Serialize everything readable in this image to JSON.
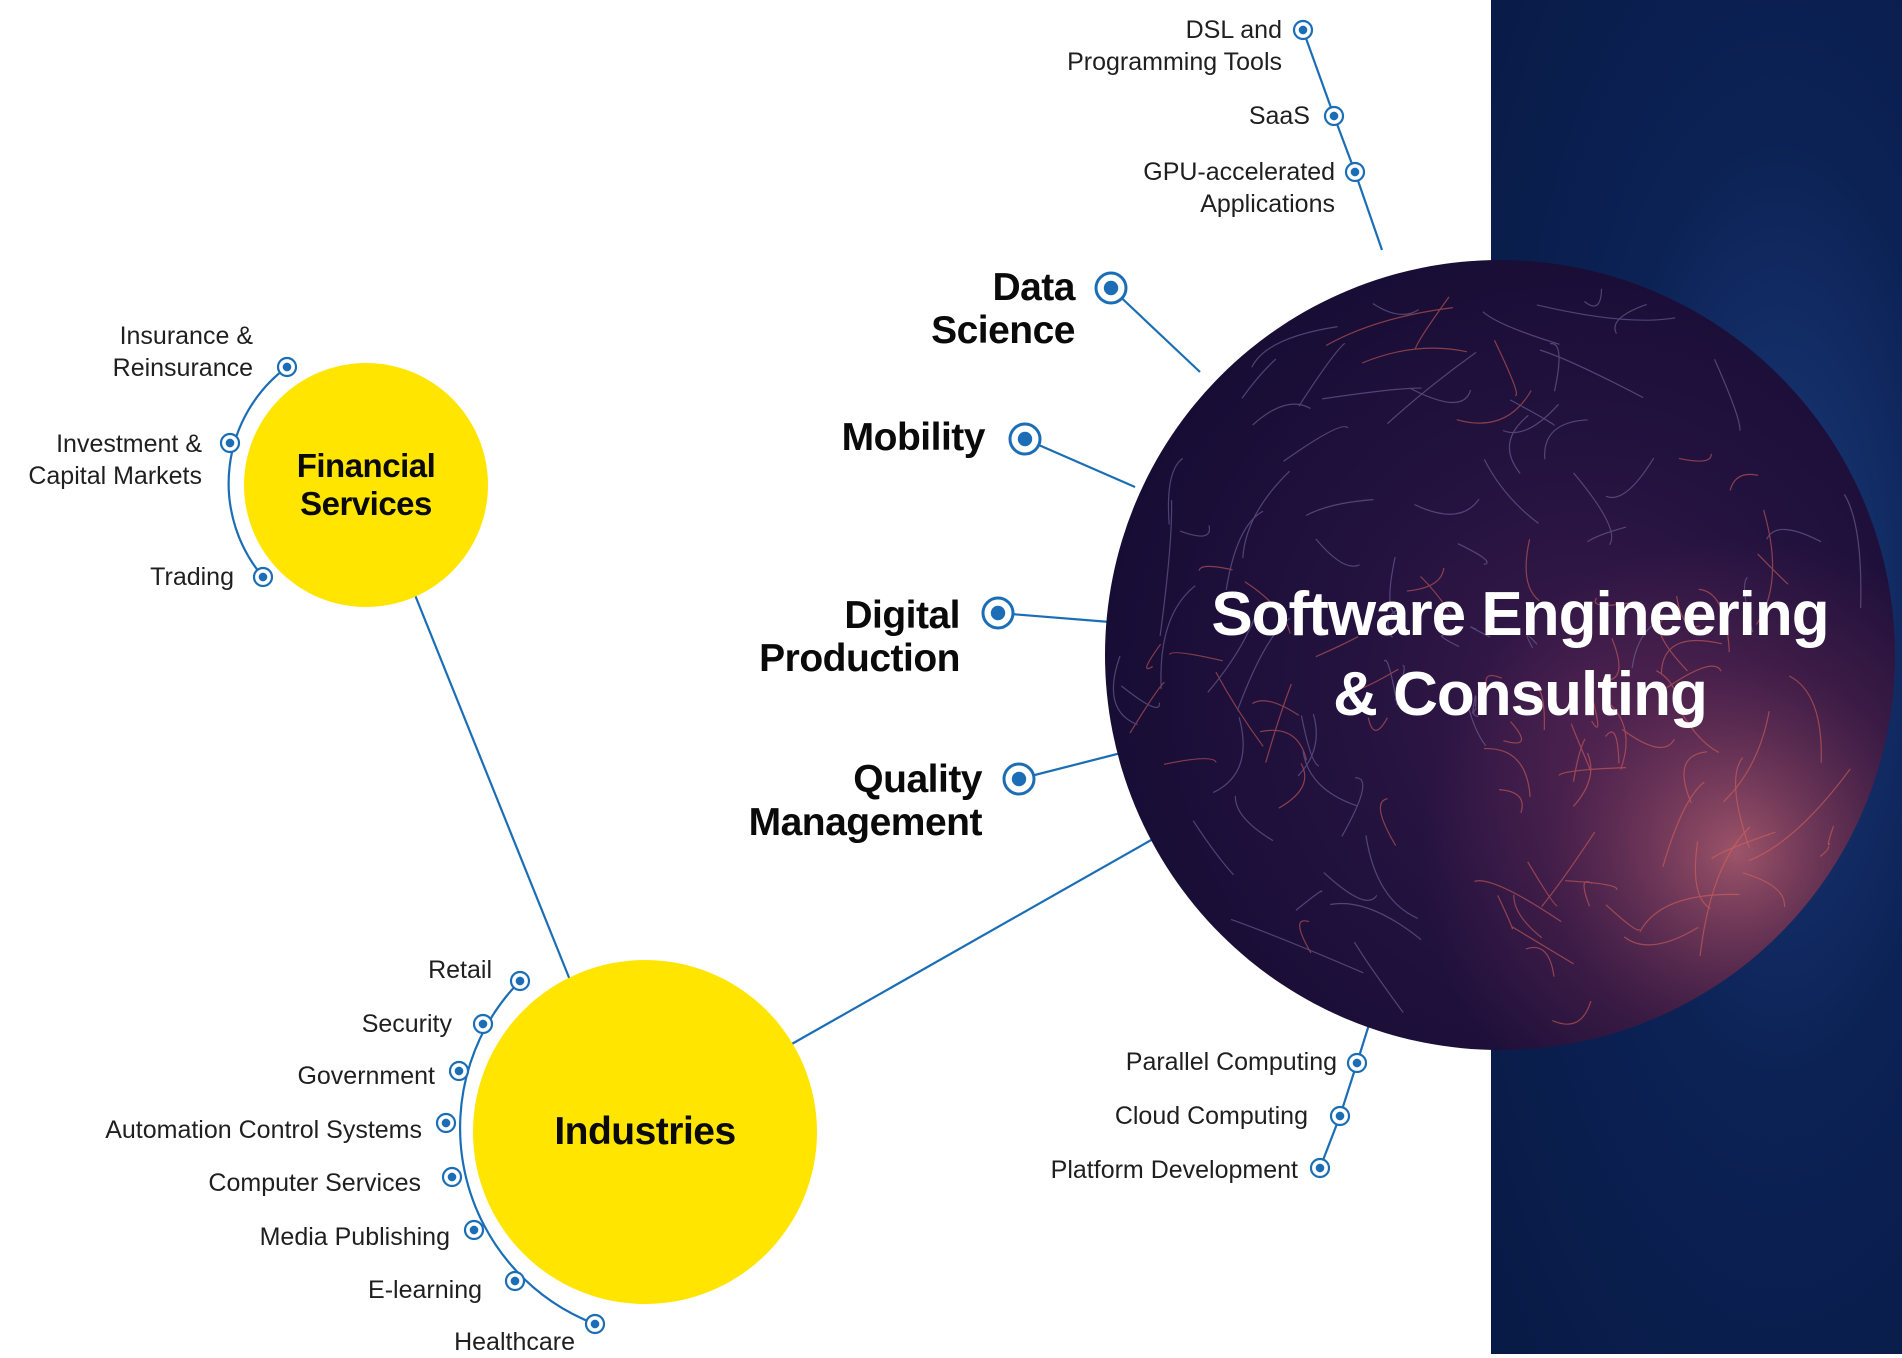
{
  "colors": {
    "accent_yellow": "#FFE500",
    "line_blue": "#1B6EB5",
    "dark_navy": "#0C2255",
    "hub_purple": "#1A0F3A"
  },
  "hubs": {
    "main": {
      "label": "Software Engineering\n& Consulting"
    },
    "financial": {
      "label": "Financial\nServices"
    },
    "industries": {
      "label": "Industries"
    }
  },
  "main_branches": {
    "top_cluster": [
      "DSL and\nProgramming Tools",
      "SaaS",
      "GPU-accelerated\nApplications"
    ],
    "major": [
      "Data\nScience",
      "Mobility",
      "Digital\nProduction",
      "Quality\nManagement"
    ],
    "bottom_cluster": [
      "Parallel Computing",
      "Cloud Computing",
      "Platform Development"
    ]
  },
  "financial_items": [
    "Insurance &\nReinsurance",
    "Investment &\nCapital Markets",
    "Trading"
  ],
  "industries_items": [
    "Retail",
    "Security",
    "Government",
    "Automation Control Systems",
    "Computer Services",
    "Media Publishing",
    "E-learning",
    "Healthcare"
  ]
}
